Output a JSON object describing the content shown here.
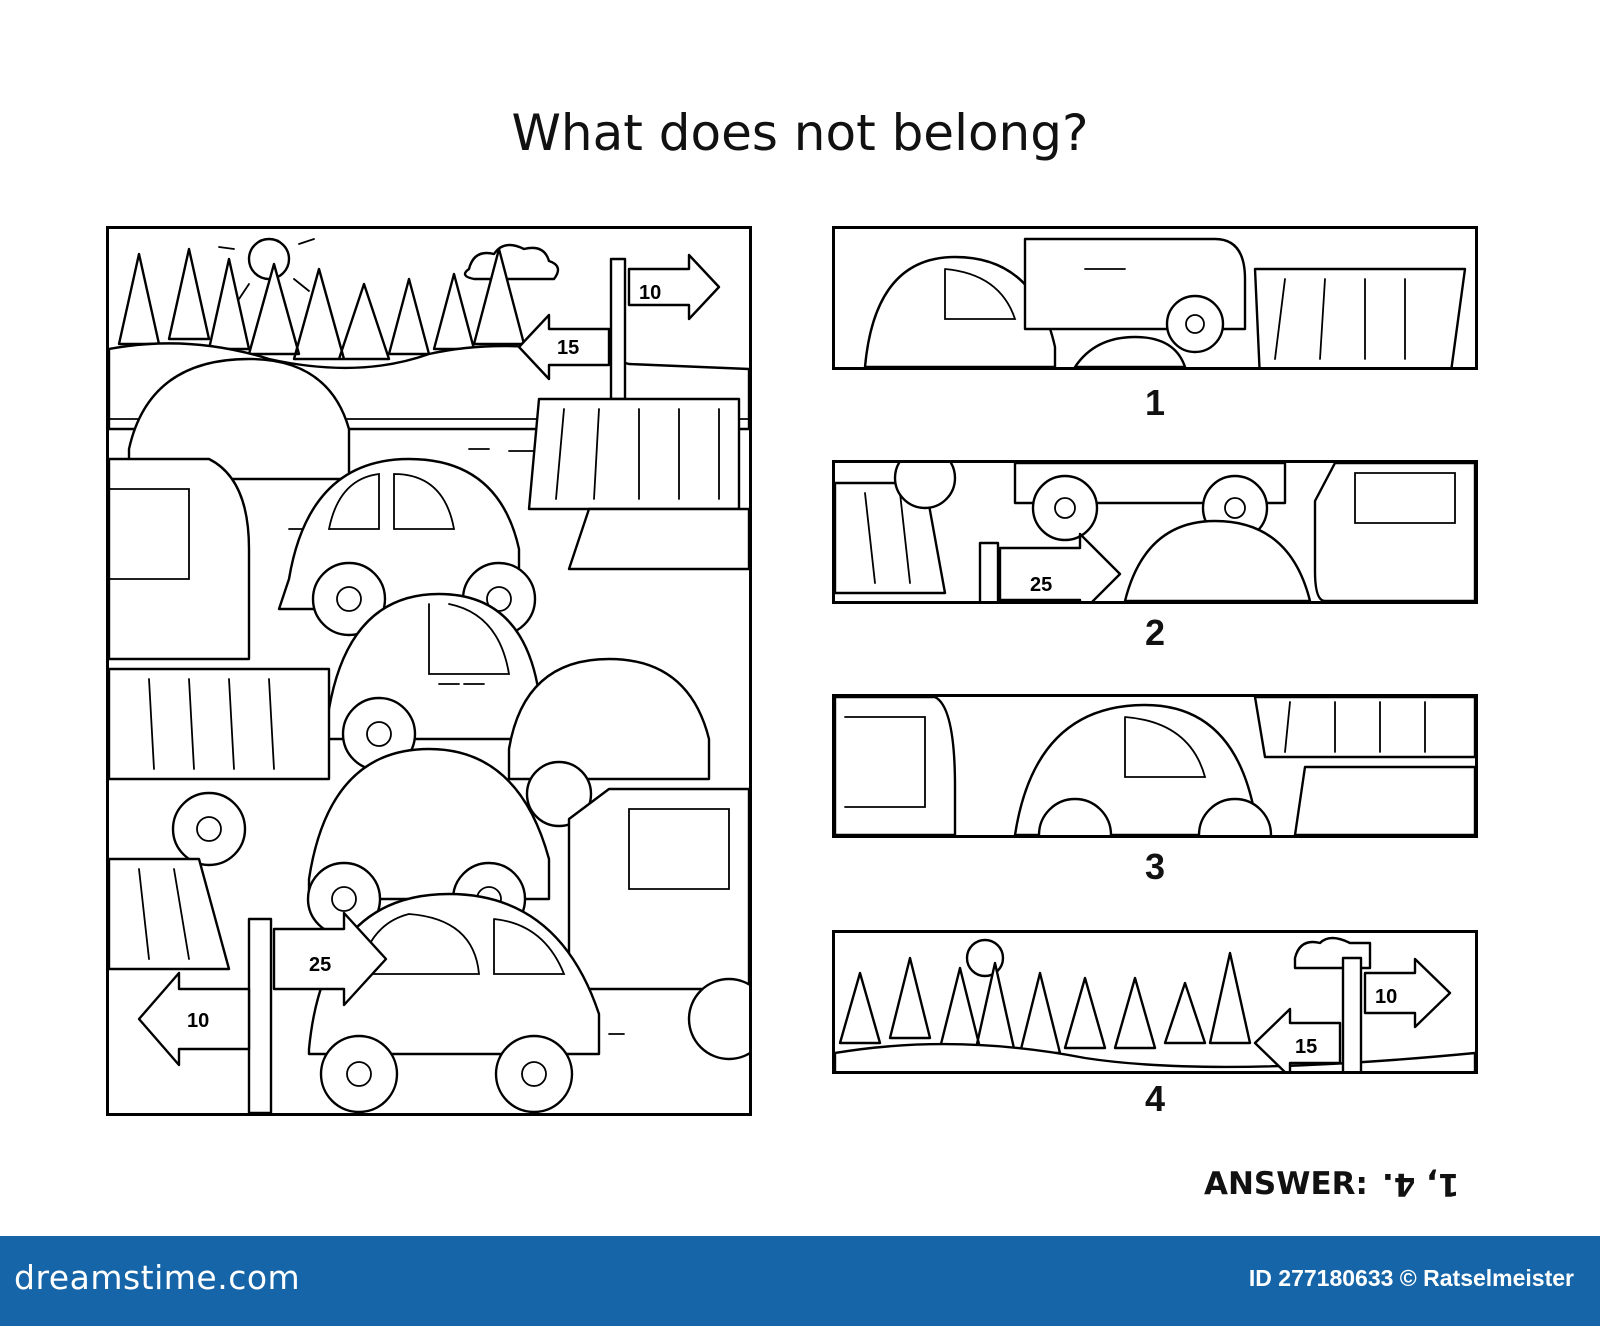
{
  "title": "What does not belong?",
  "scene": {
    "sign_labels": [
      "10",
      "15",
      "25",
      "10"
    ]
  },
  "strips": [
    {
      "number": "1"
    },
    {
      "number": "2",
      "sign_label": "25"
    },
    {
      "number": "3"
    },
    {
      "number": "4",
      "sign_labels": [
        "10",
        "15"
      ]
    }
  ],
  "answer": {
    "label": "ANSWER:",
    "value": "1, 4."
  },
  "footer": {
    "logo": "dreamstime.com",
    "id_text": "ID 277180633 © Ratselmeister",
    "color": "#1565a8"
  }
}
